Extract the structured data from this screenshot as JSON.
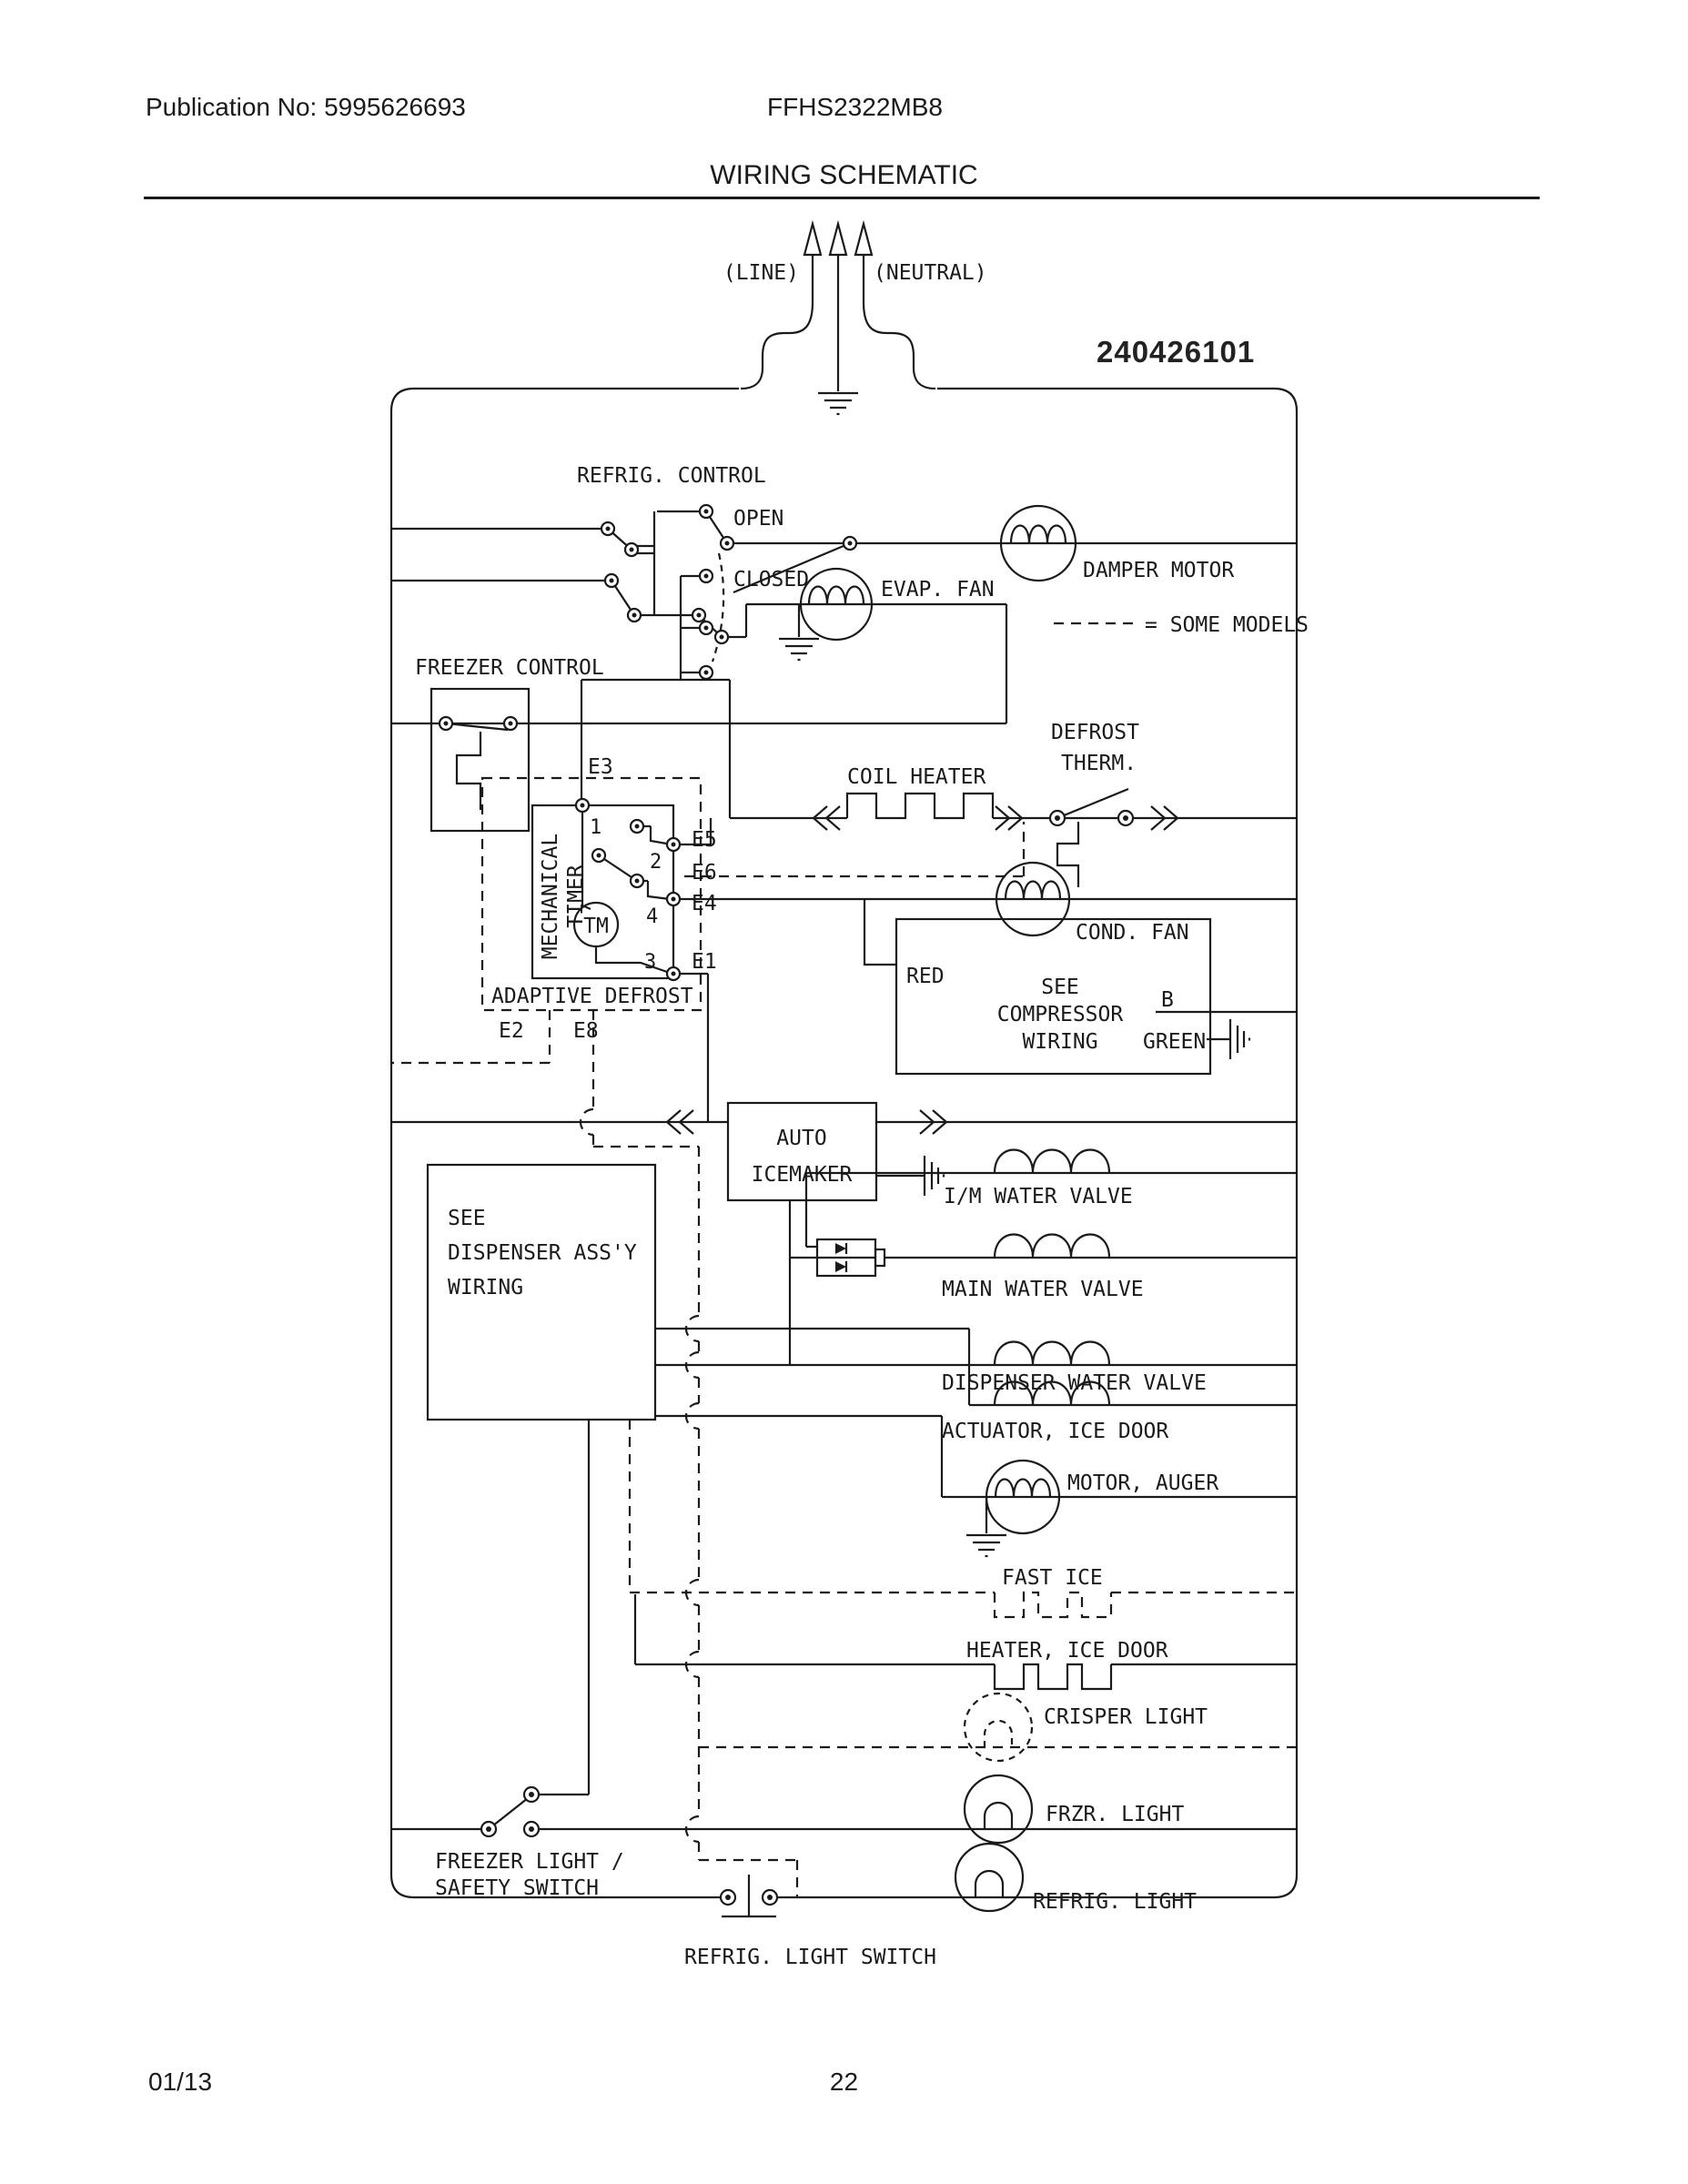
{
  "page": {
    "publication_no": "Publication No: 5995626693",
    "model": "FFHS2322MB8",
    "title": "WIRING SCHEMATIC",
    "part_number": "240426101",
    "footer_date": "01/13",
    "footer_page": "22"
  },
  "diagram": {
    "colors": {
      "ink": "#1a1a1a",
      "background": "#ffffff"
    },
    "legend": {
      "dashed_meaning": "= SOME MODELS"
    },
    "power": {
      "line": "(LINE)",
      "neutral": "(NEUTRAL)"
    },
    "labels": {
      "refrig_control": "REFRIG. CONTROL",
      "open": "OPEN",
      "closed": "CLOSED",
      "damper_motor": "DAMPER MOTOR",
      "evap_fan": "EVAP. FAN",
      "freezer_control": "FREEZER CONTROL",
      "coil_heater": "COIL HEATER",
      "defrost_therm_line1": "DEFROST",
      "defrost_therm_line2": "THERM.",
      "cond_fan": "COND. FAN",
      "compressor_line1": "SEE",
      "compressor_line2": "COMPRESSOR",
      "compressor_line3": "WIRING",
      "red": "RED",
      "b": "B",
      "green": "GREEN",
      "mechanical": "MECHANICAL",
      "timer": "TIMER",
      "tm": "TM",
      "adaptive_defrost": "ADAPTIVE DEFROST",
      "auto": "AUTO",
      "icemaker": "ICEMAKER",
      "im_water_valve": "I/M WATER VALVE",
      "main_water_valve": "MAIN WATER VALVE",
      "dispenser_water_valve": "DISPENSER WATER VALVE",
      "actuator_ice_door": "ACTUATOR, ICE DOOR",
      "motor_auger": "MOTOR, AUGER",
      "fast_ice": "FAST ICE",
      "heater_ice_door": "HEATER, ICE DOOR",
      "crisper_light": "CRISPER LIGHT",
      "frzr_light": "FRZR. LIGHT",
      "refrig_light": "REFRIG. LIGHT",
      "freezer_light_line1": "FREEZER LIGHT /",
      "freezer_light_line2": "SAFETY SWITCH",
      "refrig_light_switch": "REFRIG. LIGHT SWITCH",
      "dispenser_line1": "SEE",
      "dispenser_line2": "DISPENSER ASS'Y",
      "dispenser_line3": "WIRING"
    },
    "terminals": {
      "t1": "1",
      "t2": "2",
      "t3": "3",
      "t4": "4",
      "e1": "E1",
      "e2": "E2",
      "e3": "E3",
      "e4": "E4",
      "e5": "E5",
      "e6": "E6",
      "e8": "E8"
    }
  }
}
